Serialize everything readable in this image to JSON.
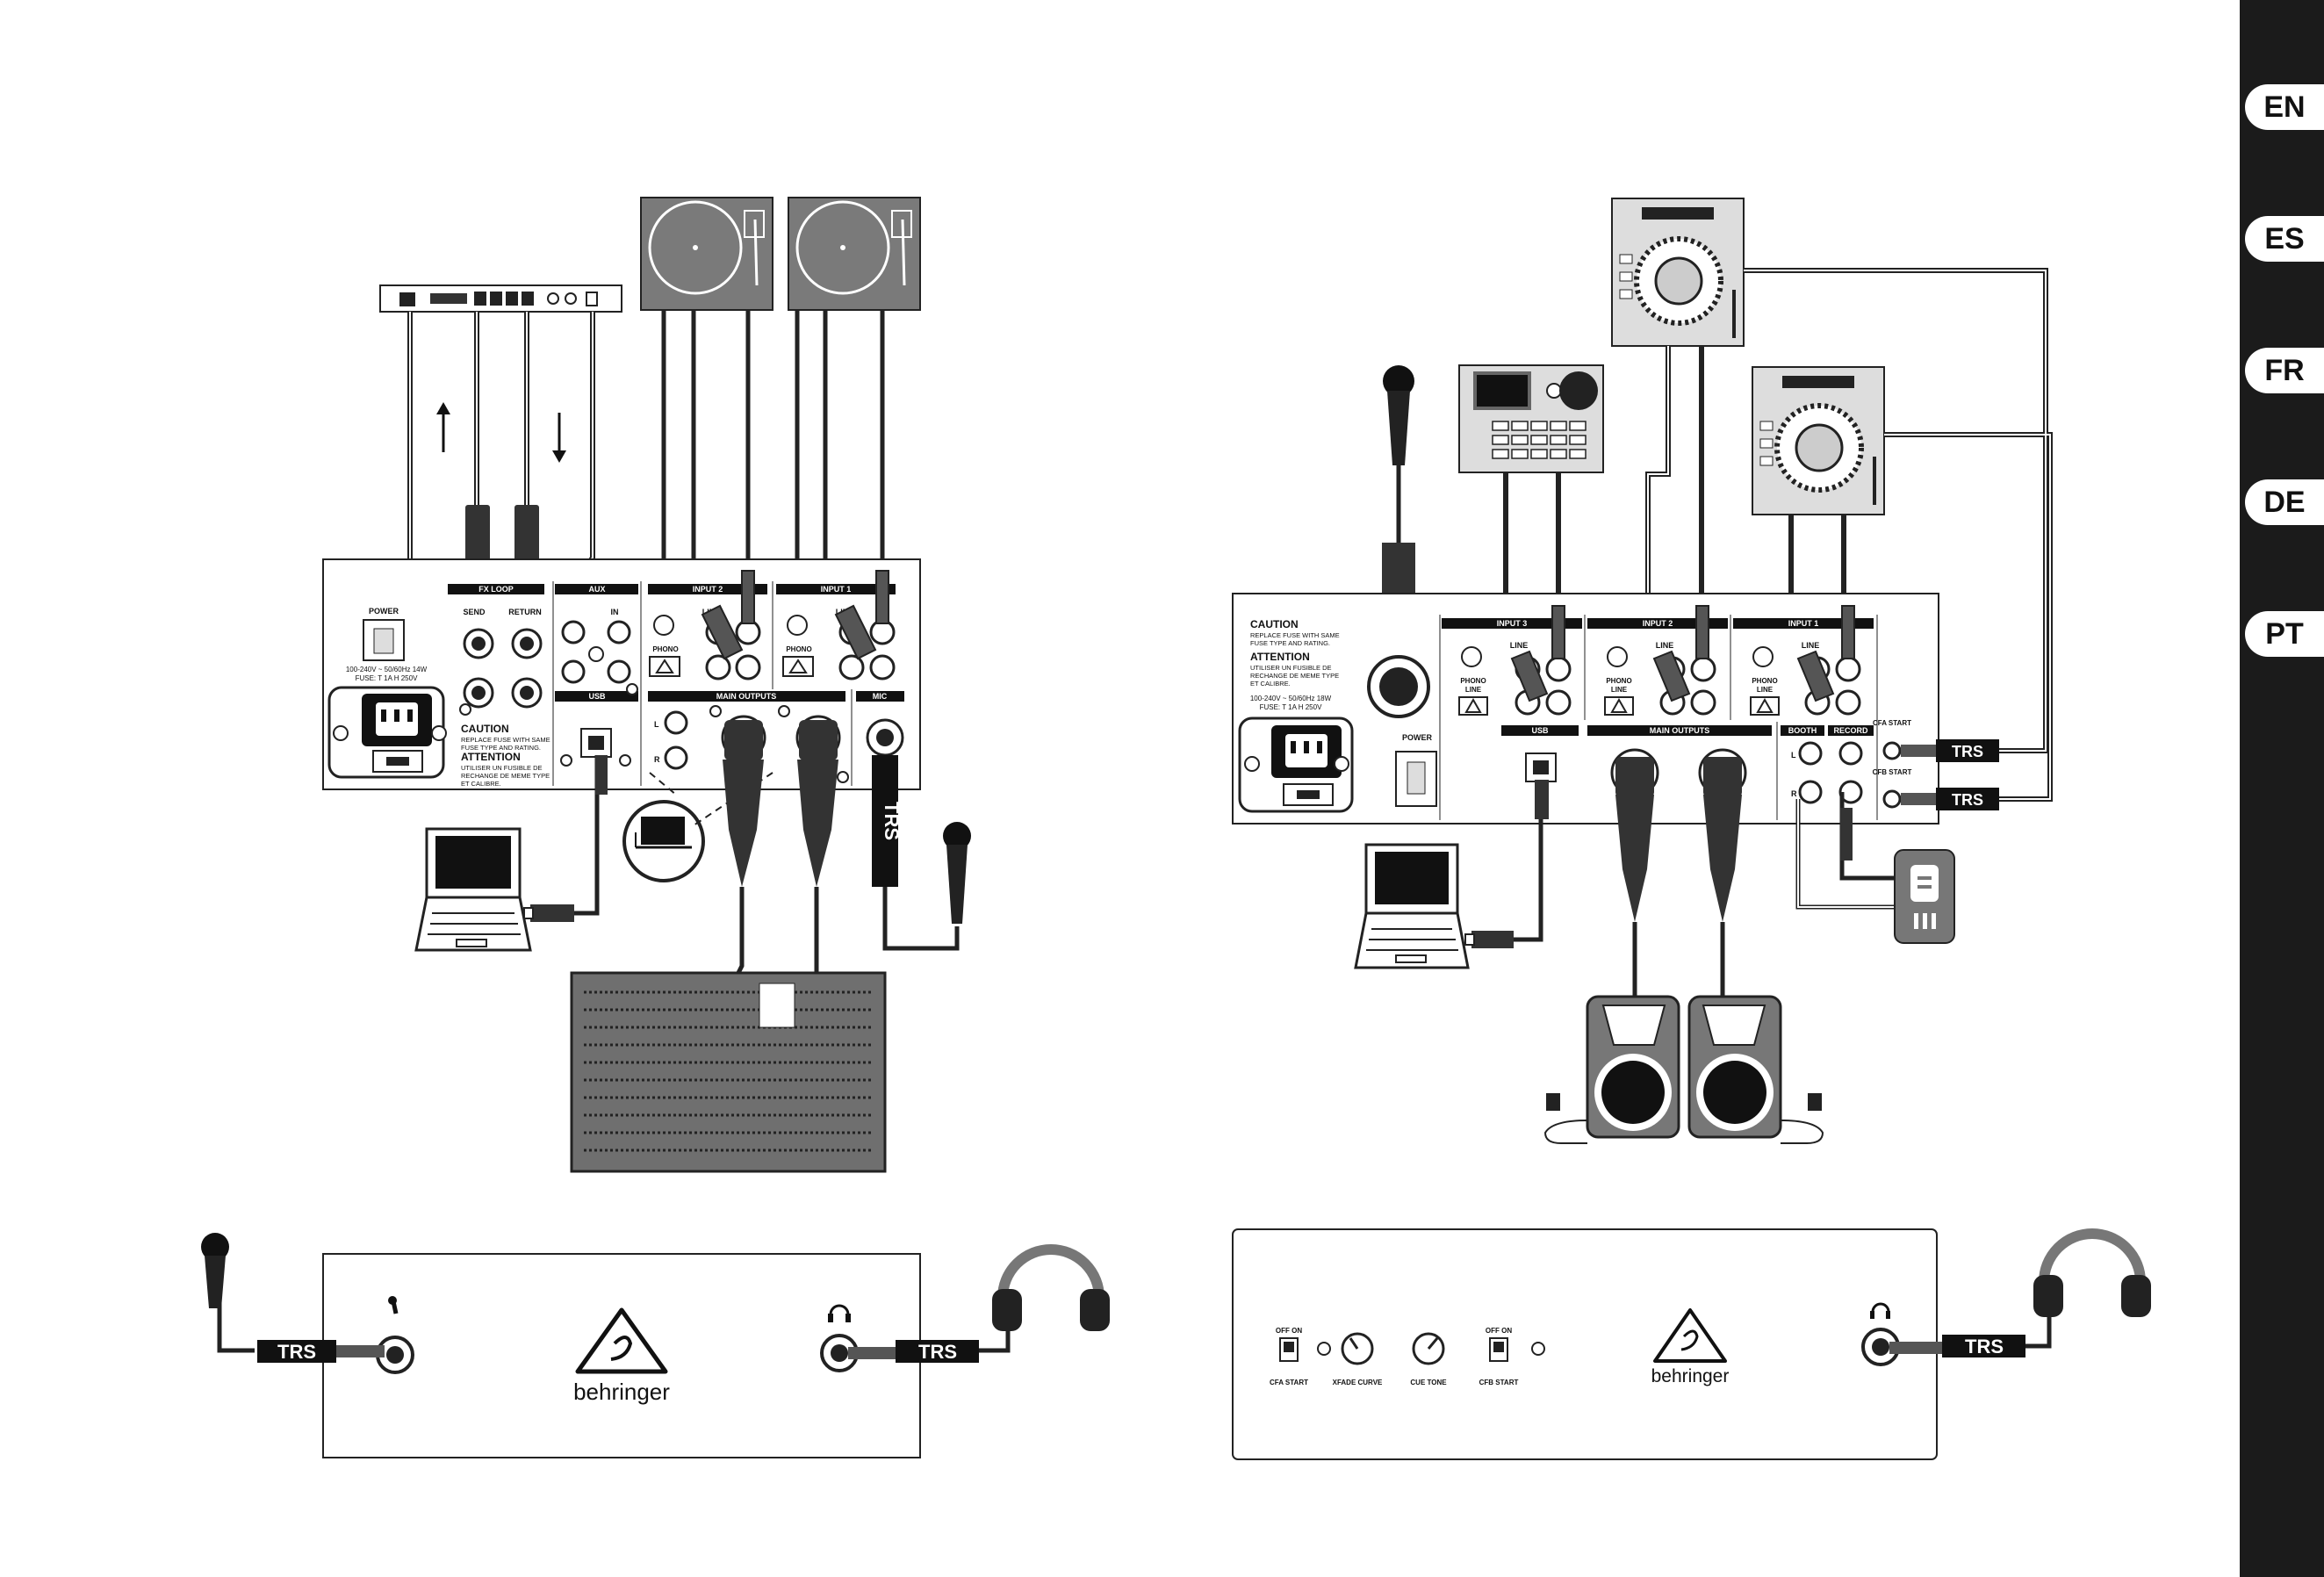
{
  "languages": [
    "EN",
    "ES",
    "FR",
    "DE",
    "PT"
  ],
  "panel_left": {
    "power": "POWER",
    "fx_loop": "FX LOOP",
    "send": "SEND",
    "return": "RETURN",
    "aux": "AUX",
    "in": "IN",
    "input2": "INPUT 2",
    "input1": "INPUT 1",
    "line": "LINE",
    "phono": "PHONO",
    "usb": "USB",
    "main_outputs": "MAIN OUTPUTS",
    "mic": "MIC",
    "mains_spec": "100-240V ~ 50/60Hz 14W",
    "fuse_spec": "FUSE: T 1A H 250V",
    "caution": "CAUTION",
    "caution_text_1": "REPLACE FUSE WITH SAME",
    "caution_text_2": "FUSE TYPE AND RATING.",
    "attention": "ATTENTION",
    "attention_text_1": "UTILISER UN FUSIBLE DE",
    "attention_text_2": "RECHANGE DE MEME TYPE",
    "attention_text_3": "ET CALIBRE.",
    "l": "L",
    "r": "R"
  },
  "panel_right": {
    "caution": "CAUTION",
    "caution_text_1": "REPLACE FUSE WITH SAME",
    "caution_text_2": "FUSE TYPE AND RATING.",
    "attention": "ATTENTION",
    "attention_text_1": "UTILISER UN FUSIBLE DE",
    "attention_text_2": "RECHANGE DE MEME TYPE",
    "attention_text_3": "ET CALIBRE.",
    "mains_spec": "100-240V ~ 50/60Hz 18W",
    "fuse_spec": "FUSE: T 1A H 250V",
    "power": "POWER",
    "input3": "INPUT 3",
    "input2": "INPUT 2",
    "input1": "INPUT 1",
    "line": "LINE",
    "phono": "PHONO",
    "usb": "USB",
    "main_outputs": "MAIN OUTPUTS",
    "booth": "BOOTH",
    "record": "RECORD",
    "cfa_start": "CFA START",
    "cfb_start": "CFB START",
    "l": "L",
    "r": "R"
  },
  "trs_label": "TRS",
  "front_right": {
    "off_on": "OFF ON",
    "cfa_start": "CFA START",
    "xfade_curve": "XFADE CURVE",
    "cue_tone": "CUE TONE",
    "cfb_start": "CFB START"
  },
  "brand": "behringer"
}
